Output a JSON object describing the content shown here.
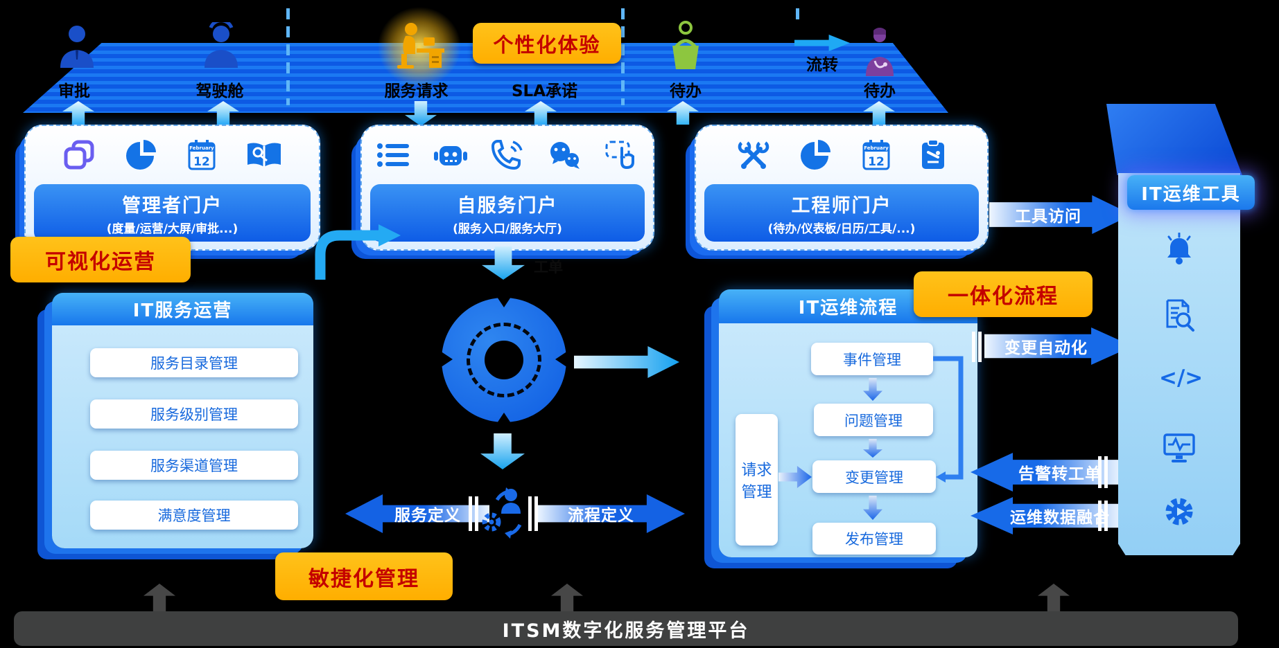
{
  "top": {
    "personalization_badge": "个性化体验",
    "flow_label": "流转",
    "users": [
      {
        "label": "审批",
        "icon": "approver-person-icon"
      },
      {
        "label": "驾驶舱",
        "icon": "cockpit-person-icon"
      },
      {
        "label": "服务请求",
        "icon": "service-desk-person-icon"
      },
      {
        "label": "SLA承诺",
        "icon": "none"
      },
      {
        "label": "待办",
        "icon": "todo-basket-icon"
      },
      {
        "label": "待办",
        "icon": "engineer-person-icon"
      }
    ]
  },
  "calendar": {
    "month": "February",
    "day": "12"
  },
  "portals": [
    {
      "title": "管理者门户",
      "subtitle": "(度量/运营/大屏/审批...)",
      "icons": [
        "stacked-squares-icon",
        "pie-chart-icon",
        "calendar-icon",
        "knowledge-search-icon"
      ]
    },
    {
      "title": "自服务门户",
      "subtitle": "(服务入口/服务大厅)",
      "icons": [
        "service-list-icon",
        "robot-icon",
        "phone-icon",
        "wechat-icon",
        "touch-icon"
      ]
    },
    {
      "title": "工程师门户",
      "subtitle": "(待办/仪表板/日历/工具/...)",
      "icons": [
        "crossed-wrenches-icon",
        "pie-chart-icon",
        "calendar-icon",
        "task-clipboard-icon"
      ]
    }
  ],
  "badges": {
    "visual_ops": "可视化运营",
    "integrated_process": "一体化流程",
    "agile_mgmt": "敏捷化管理"
  },
  "left_panel": {
    "title": "IT服务运营",
    "items": [
      "服务目录管理",
      "服务级别管理",
      "服务渠道管理",
      "满意度管理"
    ]
  },
  "process_panel": {
    "title": "IT运维流程",
    "items": [
      "事件管理",
      "问题管理",
      "变更管理",
      "发布管理"
    ],
    "side_item": "请求管理"
  },
  "tools_panel": {
    "title": "IT运维工具",
    "code_glyph": "</>",
    "icons": [
      "alert-bell-icon",
      "log-search-icon",
      "code-icon",
      "monitor-pulse-icon",
      "automation-gear-icon"
    ]
  },
  "center": {
    "ticket_label": "工单",
    "service_def": "服务定义",
    "process_def": "流程定义"
  },
  "connectors": {
    "tool_access": "工具访问",
    "change_automation": "变更自动化",
    "alert_to_ticket": "告警转工单",
    "ops_data_fusion": "运维数据融合"
  },
  "bottom": {
    "platform": "ITSM数字化服务管理平台"
  },
  "colors": {
    "accent_orange": "#FFB400",
    "badge_text_red": "#C40000",
    "primary_blue": "#1473E6",
    "cyan_arrow": "#29B3F7",
    "panel_light": "#CDEAFC",
    "dark_bar": "#3F4040"
  }
}
